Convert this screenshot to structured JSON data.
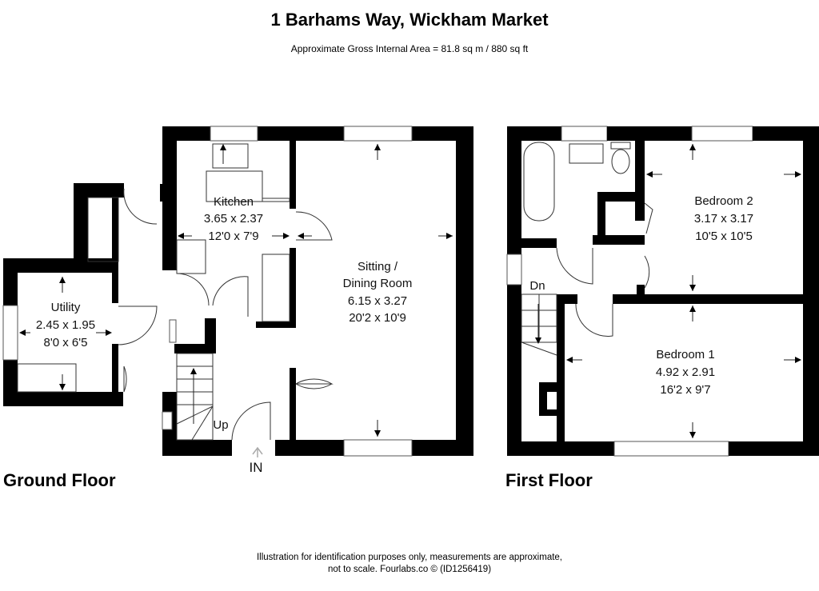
{
  "header": {
    "title": "1 Barhams Way, Wickham Market",
    "subtitle": "Approximate Gross Internal Area = 81.8 sq m / 880 sq ft"
  },
  "floors": {
    "ground": {
      "label": "Ground Floor",
      "entrance_label": "IN",
      "stairs_label": "Up",
      "rooms": [
        {
          "name": "Utility",
          "metric": "2.45 x 1.95",
          "imperial": "8'0 x 6'5"
        },
        {
          "name": "Kitchen",
          "metric": "3.65 x 2.37",
          "imperial": "12'0 x 7'9"
        },
        {
          "name_line1": "Sitting /",
          "name_line2": "Dining Room",
          "metric": "6.15 x 3.27",
          "imperial": "20'2 x 10'9"
        }
      ]
    },
    "first": {
      "label": "First Floor",
      "stairs_label": "Dn",
      "rooms": [
        {
          "name": "Bedroom 2",
          "metric": "3.17 x 3.17",
          "imperial": "10'5 x 10'5"
        },
        {
          "name": "Bedroom 1",
          "metric": "4.92 x 2.91",
          "imperial": "16'2 x 9'7"
        }
      ]
    }
  },
  "footer": {
    "line1": "Illustration for identification purposes only, measurements are approximate,",
    "line2": "not to scale. Fourlabs.co © (ID1256419)"
  },
  "colors": {
    "wall": "#000000",
    "background": "#ffffff"
  }
}
